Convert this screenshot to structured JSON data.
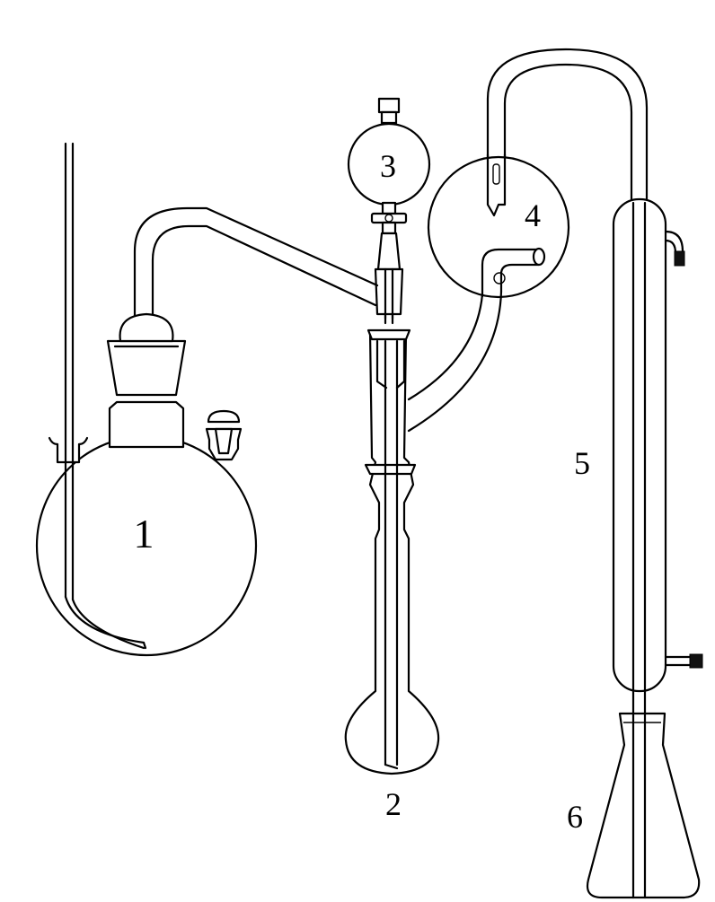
{
  "labels": {
    "flask_1": "1",
    "flask_2": "2",
    "funnel_3": "3",
    "bulb_4": "4",
    "condenser_5": "5",
    "receiver_6": "6"
  }
}
